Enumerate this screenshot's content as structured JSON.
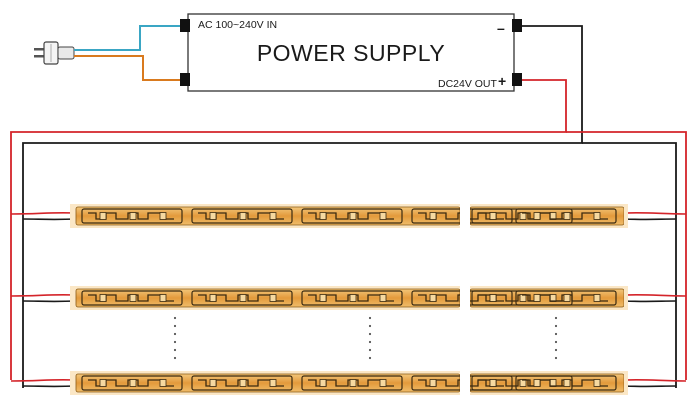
{
  "power_supply": {
    "title": "POWER SUPPLY",
    "input_label": "AC 100~240V IN",
    "output_label": "DC24V OUT",
    "negative_sign": "–",
    "positive_sign": "+"
  },
  "colors": {
    "live_wire": "#3aa6c4",
    "neutral_wire": "#d97a1e",
    "positive_wire": "#d4242a",
    "negative_wire": "#1a1a1a",
    "strip_body": "#e6a347",
    "strip_trace": "#3b2a10"
  },
  "icons": {
    "plug": "ac-plug-icon"
  },
  "strips": {
    "count_shown": 3,
    "continuation": "vertical-dots"
  }
}
